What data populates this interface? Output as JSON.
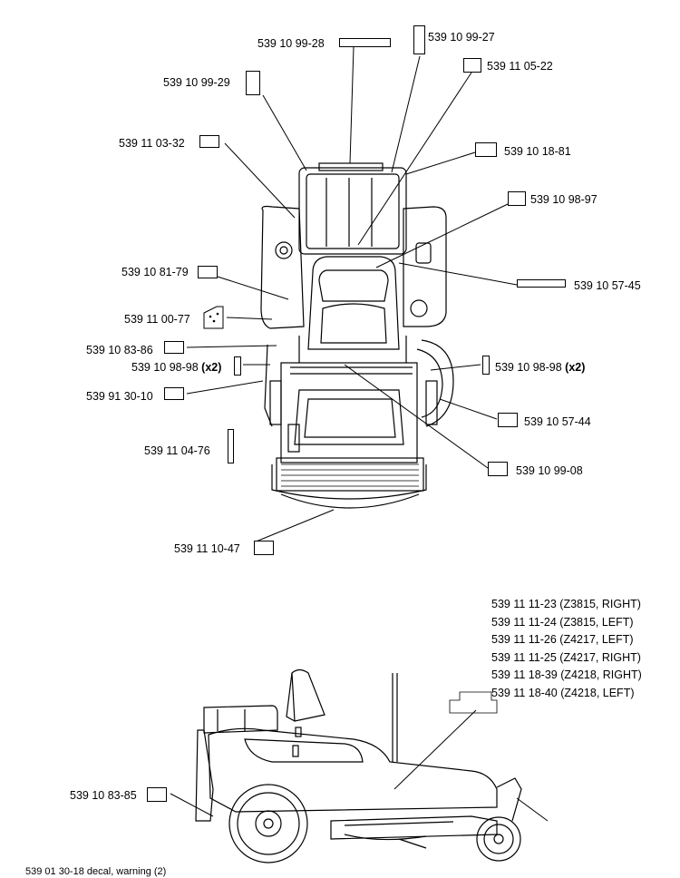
{
  "top_labels": {
    "l_99_28": "539 10 99-28",
    "l_99_27": "539 10 99-27",
    "l_05_22": "539 11 05-22",
    "l_99_29": "539 10 99-29",
    "l_03_32": "539 11 03-32",
    "l_18_81": "539 10 18-81",
    "l_98_97": "539 10 98-97",
    "l_81_79": "539 10 81-79",
    "l_57_45": "539 10 57-45",
    "l_00_77": "539 11 00-77",
    "l_83_86": "539 10 83-86",
    "l_98_98_left": "539 10 98-98",
    "l_98_98_right": "539 10 98-98",
    "x2": "(x2)",
    "l_30_10": "539 91 30-10",
    "l_57_44": "539 10 57-44",
    "l_04_76": "539 11 04-76",
    "l_99_08": "539 10 99-08",
    "l_10_47": "539 11 10-47"
  },
  "side_labels": {
    "l_83_85": "539 10 83-85",
    "bottom_cut": "539 01 30-18 decal, warning (2)"
  },
  "right_list": [
    "539 11 11-23 (Z3815, RIGHT)",
    "539 11 11-24 (Z3815, LEFT)",
    "539 11 11-26 (Z4217, LEFT)",
    "539 11 11-25 (Z4217, RIGHT)",
    "539 11 18-39 (Z4218, RIGHT)",
    "539 11 18-40 (Z4218, LEFT)"
  ]
}
